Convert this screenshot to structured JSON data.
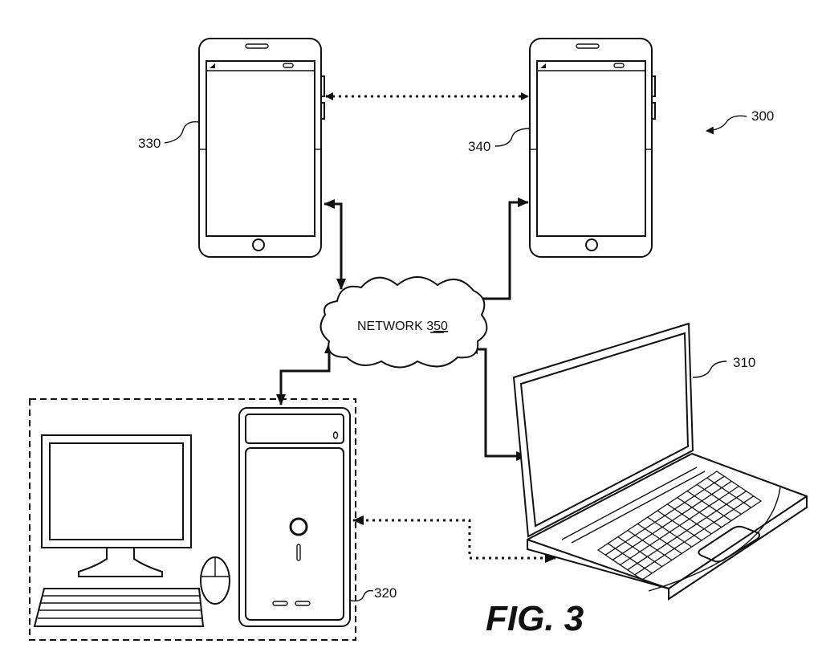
{
  "figure": {
    "title": "FIG. 3",
    "system_ref": "300",
    "laptop_ref": "310",
    "desktop_ref": "320",
    "phone_a_ref": "330",
    "phone_b_ref": "340",
    "network_label": "NETWORK 3",
    "network_ref_underlined": "50"
  }
}
